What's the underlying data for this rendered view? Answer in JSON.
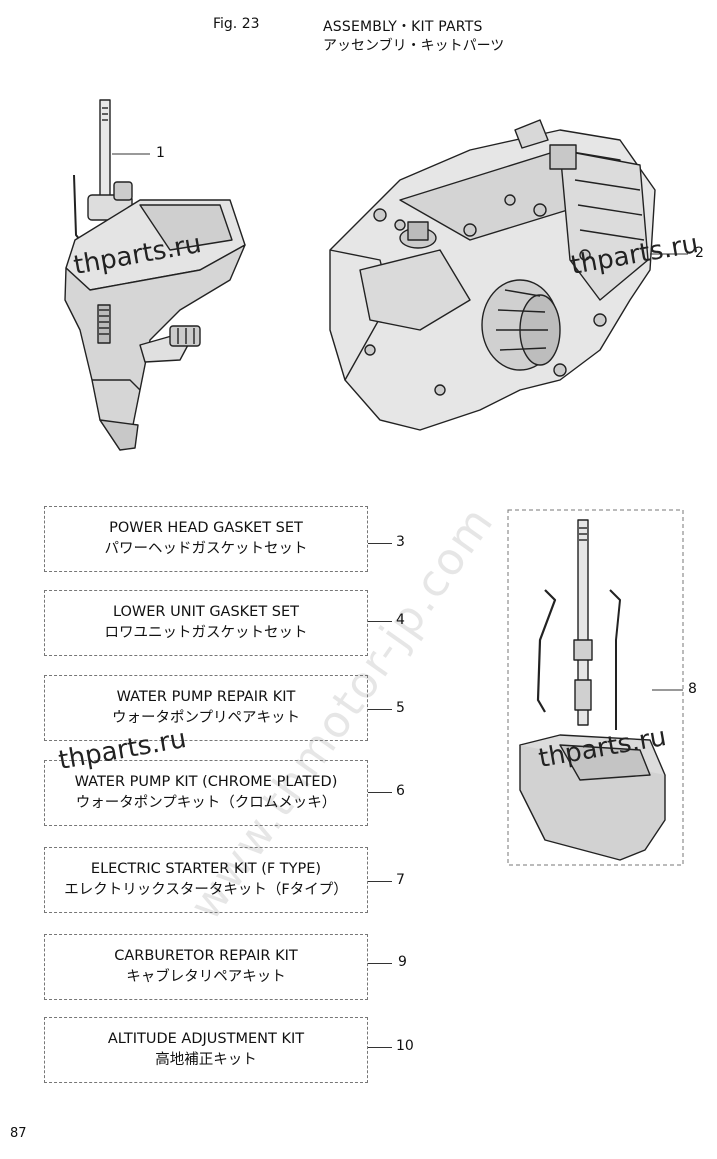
{
  "header": {
    "figure": "Fig. 23",
    "title_en": "ASSEMBLY・KIT PARTS",
    "title_jp": "アッセンブリ・キットパーツ"
  },
  "callouts": {
    "c1": "1",
    "c2": "2",
    "c8": "8"
  },
  "kits": [
    {
      "number": "3",
      "en": "POWER HEAD GASKET SET",
      "jp": "パワーヘッドガスケットセット"
    },
    {
      "number": "4",
      "en": "LOWER UNIT GASKET SET",
      "jp": "ロワユニットガスケットセット"
    },
    {
      "number": "5",
      "en": "WATER PUMP REPAIR KIT",
      "jp": "ウォータポンプリペアキット"
    },
    {
      "number": "6",
      "en": "WATER PUMP KIT (CHROME PLATED)",
      "jp": "ウォータポンプキット（クロムメッキ）"
    },
    {
      "number": "7",
      "en": "ELECTRIC STARTER KIT (F TYPE)",
      "jp": "エレクトリックスタータキット（Fタイプ）"
    },
    {
      "number": "9",
      "en": "CARBURETOR REPAIR KIT",
      "jp": "キャブレタリペアキット"
    },
    {
      "number": "10",
      "en": "ALTITUDE ADJUSTMENT KIT",
      "jp": "高地補正キット"
    }
  ],
  "watermarks": {
    "w1": "thparts.ru",
    "w2": "thparts.ru",
    "w3": "thparts.ru",
    "w4": "thparts.ru",
    "diagonal": "www.thmotor-jp.com"
  },
  "footer": {
    "page_number": "87"
  }
}
